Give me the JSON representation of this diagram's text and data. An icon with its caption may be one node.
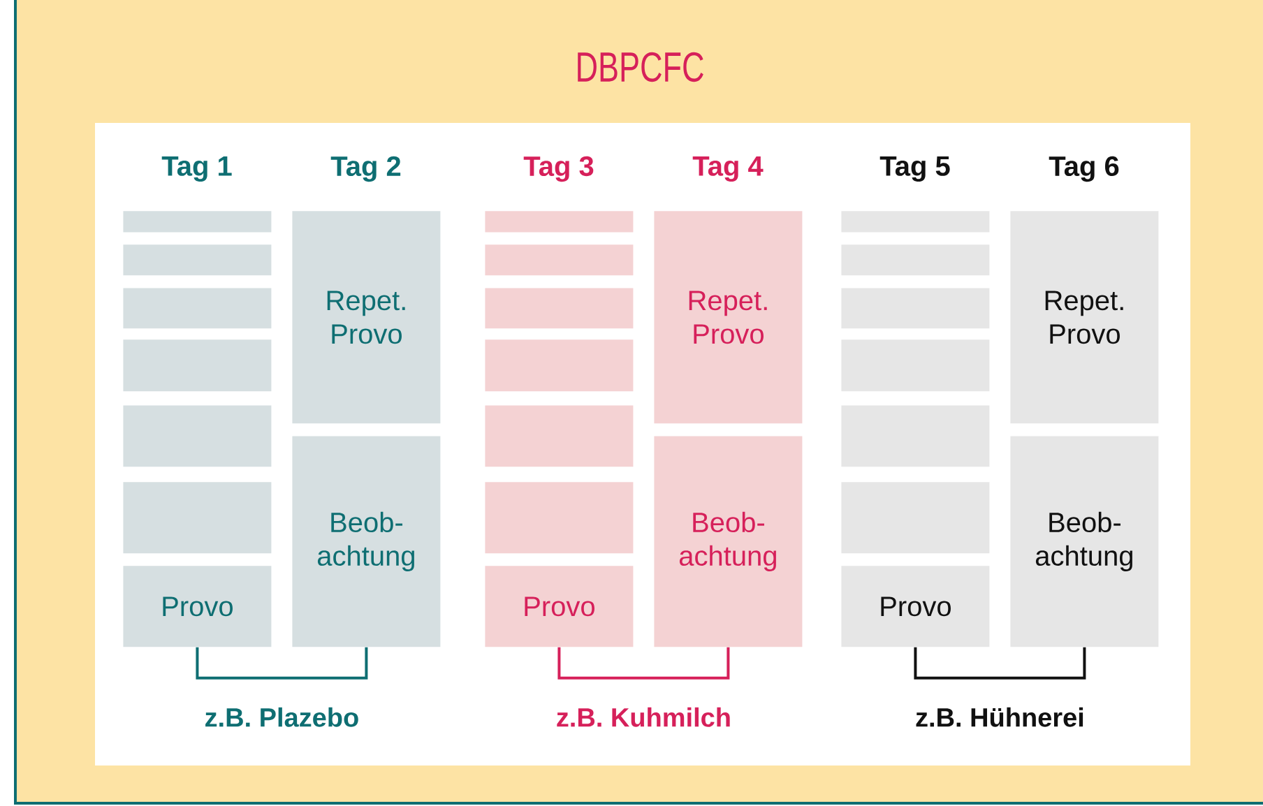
{
  "diagram": {
    "nodes": [
      {
        "text": [
          "DBPCFC"
        ]
      },
      {
        "text": [],
        "shape": "bar",
        "in": 0
      },
      {
        "text": [],
        "shape": "bar",
        "in": 0
      },
      {
        "text": [],
        "shape": "bar",
        "in": 0
      },
      {
        "text": [],
        "shape": "bar",
        "in": 0
      },
      {
        "text": [],
        "shape": "bar",
        "in": 0
      },
      {
        "text": [],
        "shape": "bar",
        "in": 0
      },
      {
        "text": [
          "Provo"
        ],
        "in": 0
      },
      {
        "text": [
          "Repet. Provo"
        ],
        "in": 0
      },
      {
        "text": [
          "Beob- achtung"
        ],
        "in": 0
      },
      {
        "text": [],
        "shape": "bar",
        "in": 0
      },
      {
        "text": [],
        "shape": "bar",
        "in": 0
      },
      {
        "text": [],
        "shape": "bar",
        "in": 0
      },
      {
        "text": [],
        "shape": "bar",
        "in": 0
      },
      {
        "text": [],
        "shape": "bar",
        "in": 0
      },
      {
        "text": [],
        "shape": "bar",
        "in": 0
      },
      {
        "text": [
          "Provo"
        ],
        "in": 0
      },
      {
        "text": [
          "Repet. Provo"
        ],
        "in": 0
      },
      {
        "text": [
          "Beob- achtung"
        ],
        "in": 0
      },
      {
        "text": [],
        "shape": "bar",
        "in": 0
      },
      {
        "text": [],
        "shape": "bar",
        "in": 0
      },
      {
        "text": [],
        "shape": "bar",
        "in": 0
      },
      {
        "text": [],
        "shape": "bar",
        "in": 0
      },
      {
        "text": [],
        "shape": "bar",
        "in": 0
      },
      {
        "text": [],
        "shape": "bar",
        "in": 0
      },
      {
        "text": [
          "Provo"
        ],
        "in": 0
      },
      {
        "text": [
          "Repet. Provo"
        ],
        "in": 0
      },
      {
        "text": [
          "Beob- achtung"
        ],
        "in": 0
      }
    ],
    "edges": [
      {
        "from": 7,
        "to": 9,
        "arrow": "none",
        "label": "z.B. Plazebo",
        "color": "#0e6e72"
      },
      {
        "from": 16,
        "to": 18,
        "arrow": "none",
        "label": "z.B. Kuhmilch",
        "color": "#d6205a"
      },
      {
        "from": 25,
        "to": 27,
        "arrow": "none",
        "label": "z.B. Hühnerei",
        "color": "#111111"
      }
    ],
    "labels": [
      "Tag 1",
      "Tag 2",
      "Tag 3",
      "Tag 4",
      "Tag 5",
      "Tag 6"
    ]
  }
}
